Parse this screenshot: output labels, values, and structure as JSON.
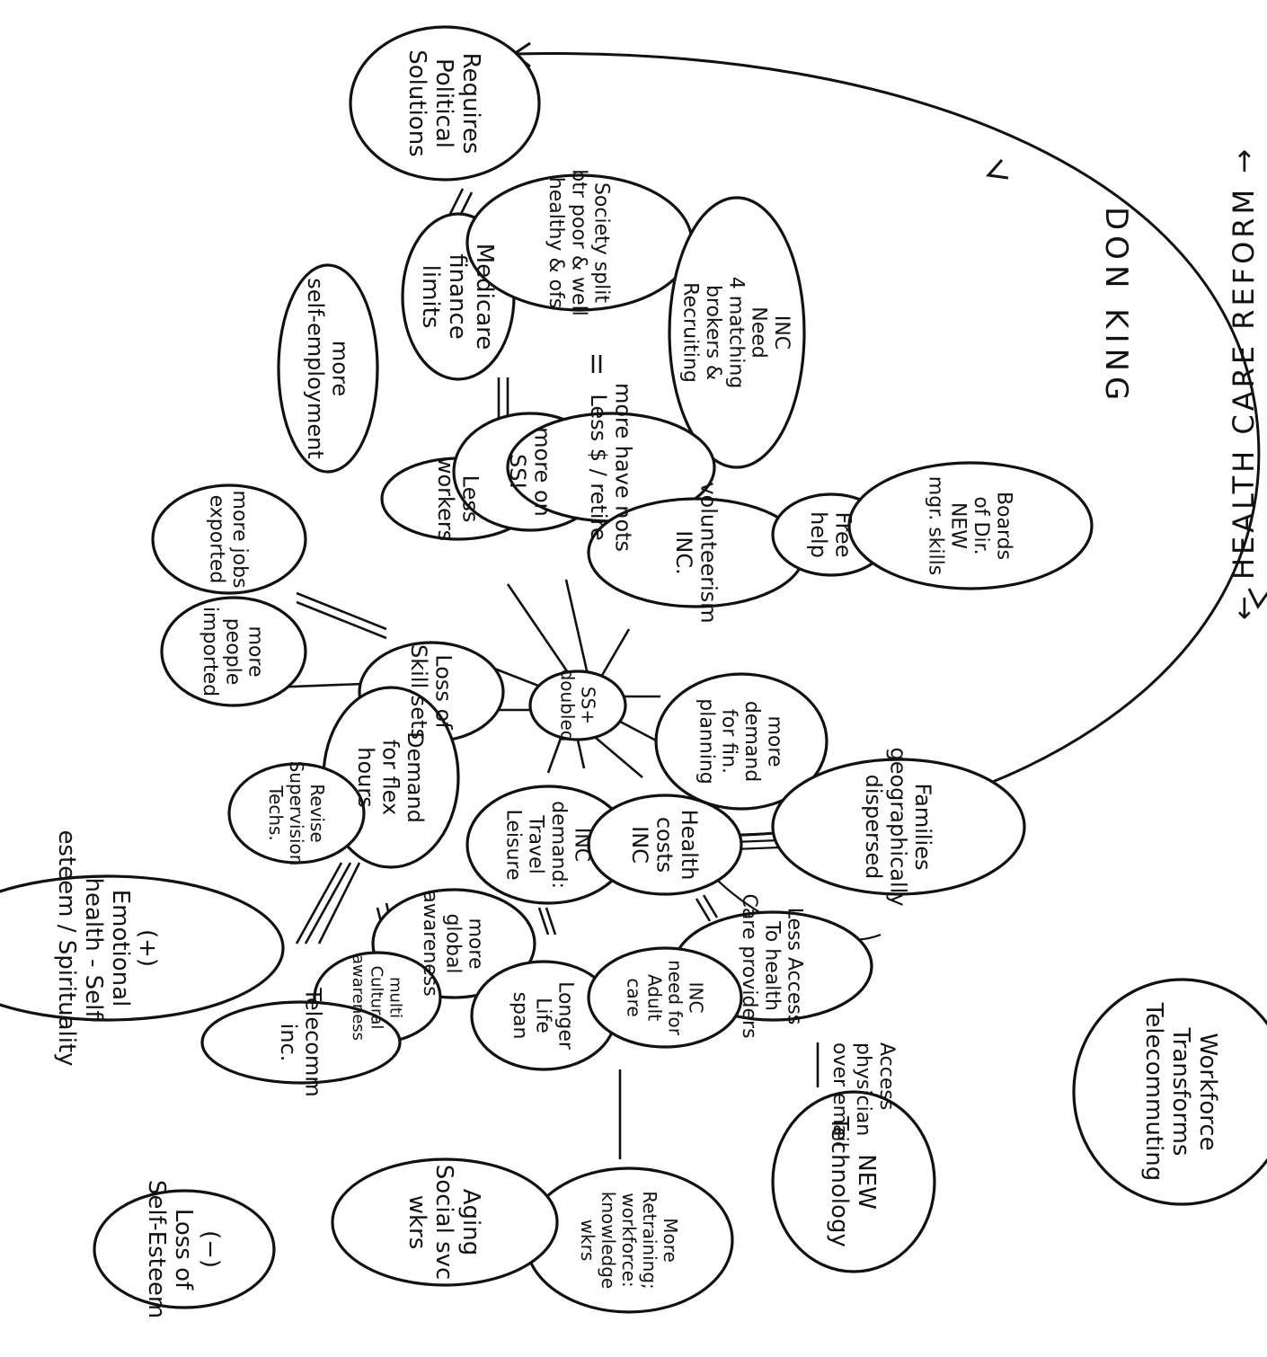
{
  "author": "DON KING",
  "partial_title": "… / MATTEL …",
  "center": [
    "SS+",
    "doubled"
  ],
  "nodes": [
    {
      "id": "requires-political-solutions",
      "lines": [
        "Requires",
        "Political",
        "Solutions"
      ]
    },
    {
      "id": "medicare-finance-limits",
      "lines": [
        "Medicare",
        "finance",
        "limits"
      ]
    },
    {
      "id": "society-split",
      "lines": [
        "Society split",
        "btr poor & well",
        "healthy & ofs"
      ]
    },
    {
      "id": "inc-need-matching",
      "lines": [
        "INC",
        "Need",
        "4 matching",
        "brokers &",
        "Recruiting"
      ]
    },
    {
      "id": "more-self-employment",
      "lines": [
        "more",
        "self-employment"
      ]
    },
    {
      "id": "less-workers",
      "lines": [
        "Less",
        "workers"
      ]
    },
    {
      "id": "more-on-ss",
      "lines": [
        "more on",
        "SS!"
      ]
    },
    {
      "id": "more-have-nots",
      "lines": [
        "more have nots",
        "Less $ / retire"
      ]
    },
    {
      "id": "volunteerism-inc",
      "lines": [
        "volunteerism",
        "INC."
      ]
    },
    {
      "id": "free-help",
      "lines": [
        "Free",
        "help"
      ]
    },
    {
      "id": "boards-of-dir",
      "lines": [
        "Boards",
        "of Dir.",
        "NEW",
        "mgr. skills"
      ]
    },
    {
      "id": "more-jobs-exported",
      "lines": [
        "more jobs",
        "exported"
      ]
    },
    {
      "id": "more-people-imported",
      "lines": [
        "more",
        "people",
        "imported"
      ]
    },
    {
      "id": "loss-of-skill-sets",
      "lines": [
        "Loss of",
        "Skill sets"
      ]
    },
    {
      "id": "more-demand-fin-planning",
      "lines": [
        "more",
        "demand",
        "for fin.",
        "planning"
      ]
    },
    {
      "id": "families-dispersed",
      "lines": [
        "Families",
        "geographically",
        "dispersed"
      ]
    },
    {
      "id": "demand-flex-hours",
      "lines": [
        "Demand",
        "for flex",
        "hours"
      ]
    },
    {
      "id": "revise-supervision",
      "lines": [
        "Revise",
        "Supervision",
        "Techs."
      ]
    },
    {
      "id": "inc-demand-travel",
      "lines": [
        "INC",
        "demand:",
        "Travel",
        "Leisure"
      ]
    },
    {
      "id": "health-costs-inc",
      "lines": [
        "Health",
        "costs",
        "INC"
      ]
    },
    {
      "id": "less-access-health",
      "lines": [
        "Less Access",
        "To health",
        "Care providers"
      ]
    },
    {
      "id": "more-global-awareness",
      "lines": [
        "more",
        "global",
        "awareness"
      ]
    },
    {
      "id": "multi-cultural",
      "lines": [
        "multi",
        "Cultural",
        "awareness"
      ]
    },
    {
      "id": "telecomm-inc",
      "lines": [
        "Telecomm",
        "inc."
      ]
    },
    {
      "id": "longer-life-span",
      "lines": [
        "Longer",
        "Life",
        "span"
      ]
    },
    {
      "id": "inc-need-adult-care",
      "lines": [
        "INC",
        "need for",
        "Adult",
        "care"
      ]
    },
    {
      "id": "new-technology",
      "lines": [
        "NEW",
        "Technology"
      ]
    },
    {
      "id": "more-retraining",
      "lines": [
        "More",
        "Retraining;",
        "workforce:",
        "knowledge",
        "wkrs"
      ]
    },
    {
      "id": "aging-social-svc",
      "lines": [
        "Aging",
        "Social svc",
        "wkrs"
      ]
    },
    {
      "id": "emotional-health",
      "lines": [
        "(+)",
        "Emotional",
        "health - Self",
        "esteem / Spirituality"
      ]
    },
    {
      "id": "loss-self-esteem",
      "lines": [
        "(−)",
        "Loss of",
        "Self-Esteem"
      ]
    },
    {
      "id": "workforce-transforms",
      "lines": [
        "Workforce",
        "Transforms",
        "Telecommuting"
      ]
    }
  ],
  "annotations": {
    "health_care_reform": "← HEALTH CARE REFORM →",
    "access_physicians": [
      "Access",
      "physician",
      "over email"
    ]
  }
}
